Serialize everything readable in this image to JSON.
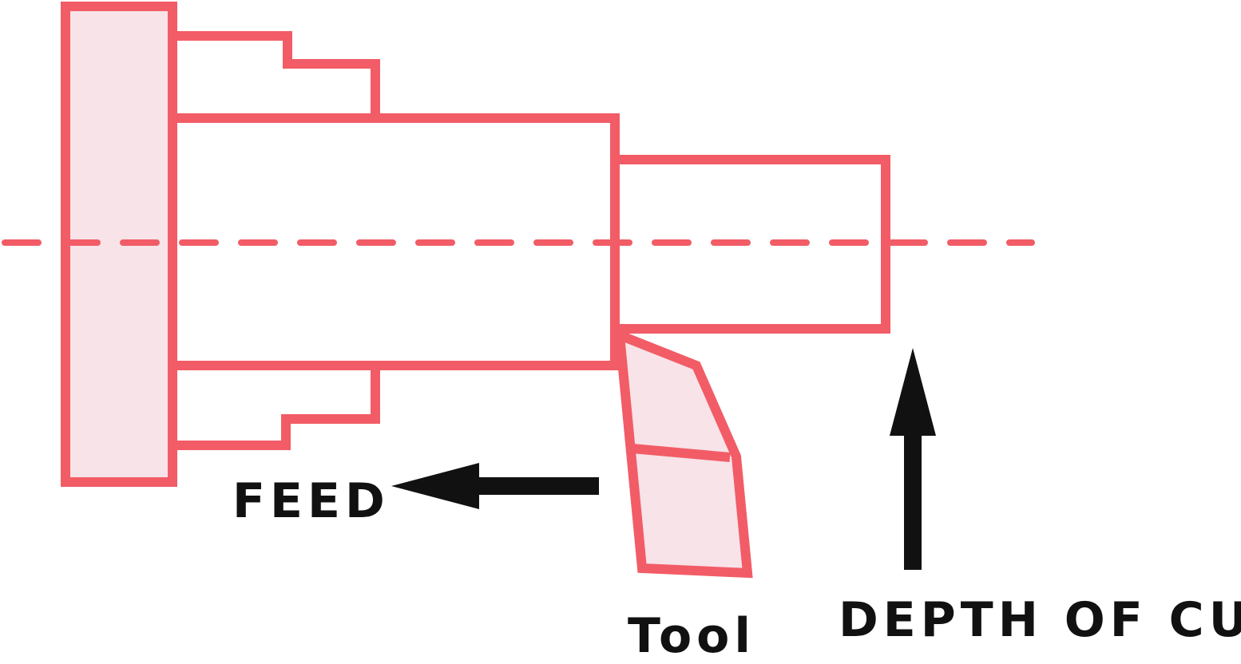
{
  "labels": {
    "feed": "FEED",
    "tool": "Tool",
    "depth_of_cut": "DEPTH OF CUT"
  },
  "colors": {
    "outline": "#f25c66",
    "fill": "#f7e3e8",
    "arrow": "#111111",
    "text": "#111111"
  }
}
